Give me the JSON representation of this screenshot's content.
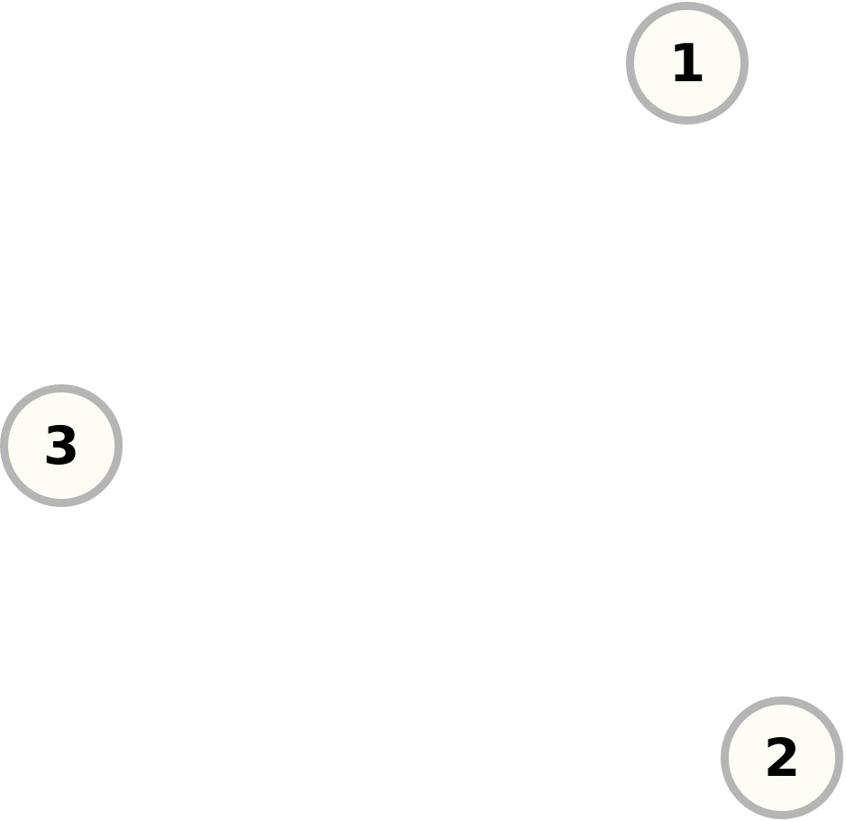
{
  "markers": [
    {
      "label": "1"
    },
    {
      "label": "2"
    },
    {
      "label": "3"
    }
  ],
  "colors": {
    "background": "#ffffff",
    "marker_fill": "#fdfdf6",
    "marker_ring": "#b5b5b5",
    "marker_text": "#000000"
  }
}
